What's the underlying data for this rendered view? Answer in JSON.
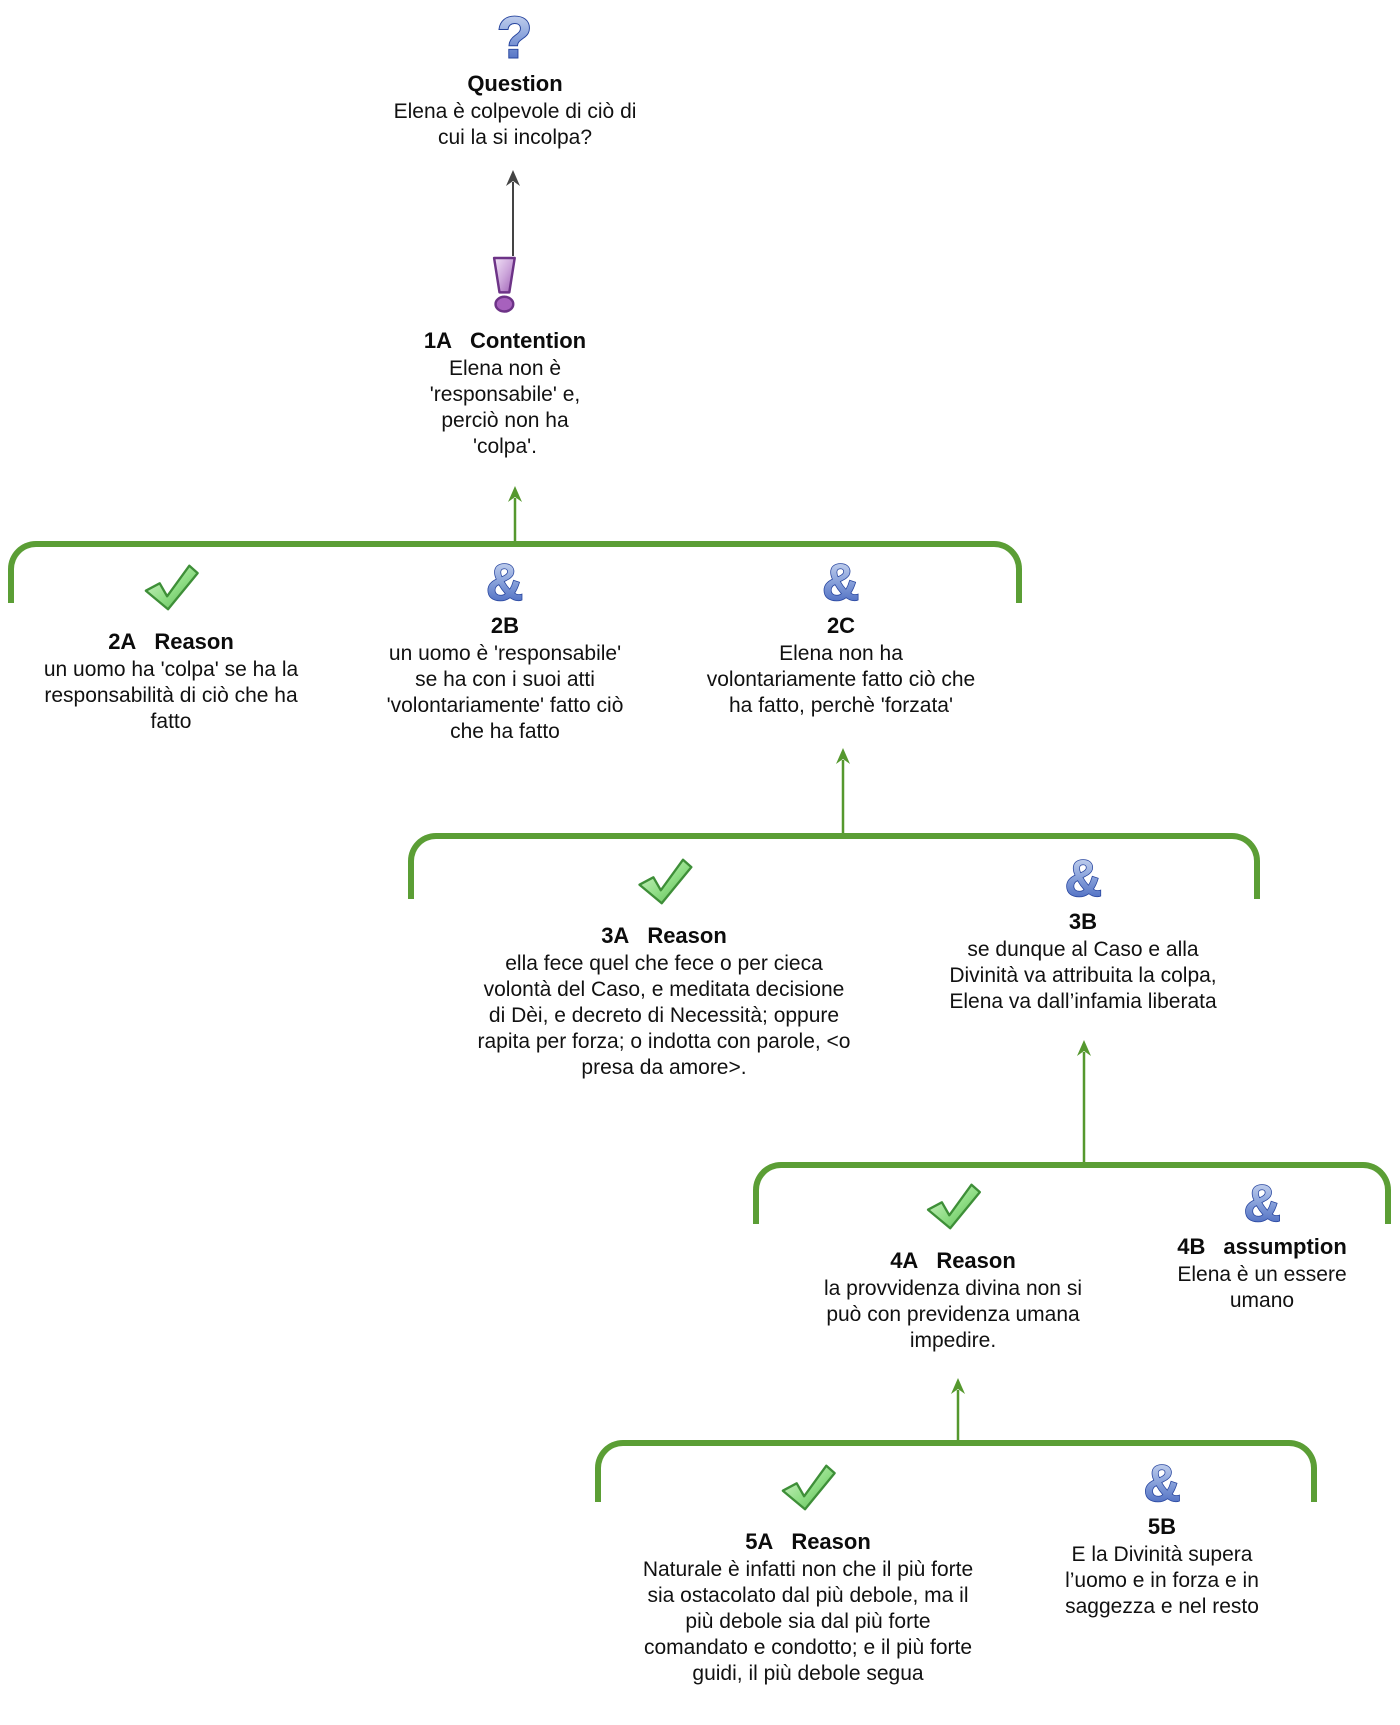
{
  "diagram_type": "argument-map",
  "palette": {
    "bracket_green": "#5b9e35",
    "arrow_green": "#55982e",
    "arrow_dark": "#444444",
    "check_icon_green": "#54b44c",
    "amp_icon_blue": "#3a5cba",
    "question_icon_blue": "#3a5cba",
    "contention_icon_purple": "#9c5cb3",
    "text_color": "#111111"
  },
  "icons": {
    "question": "question-mark-icon",
    "contention": "exclamation-icon",
    "reason": "check-icon",
    "conjunct": "ampersand-icon"
  },
  "nodes": {
    "question": {
      "id": "",
      "label": "Question",
      "text": "Elena è colpevole di ciò di\ncui la si incolpa?"
    },
    "contention_1a": {
      "id": "1A",
      "label": "Contention",
      "text": "Elena non è\n'responsabile' e,\nperciò non ha\n'colpa'."
    },
    "reason_2a": {
      "id": "2A",
      "label": "Reason",
      "text": "un uomo ha 'colpa' se ha la\nresponsabilità di ciò che ha\nfatto"
    },
    "premise_2b": {
      "id": "2B",
      "label": "",
      "text": "un uomo è 'responsabile'\nse ha con i suoi atti\n'volontariamente' fatto ciò\nche ha fatto"
    },
    "premise_2c": {
      "id": "2C",
      "label": "",
      "text": "Elena non ha\nvolontariamente fatto ciò che\nha fatto, perchè 'forzata'"
    },
    "reason_3a": {
      "id": "3A",
      "label": "Reason",
      "text": "ella fece quel che fece o per cieca\nvolontà del Caso, e meditata decisione\ndi Dèi, e decreto di Necessità; oppure\nrapita per forza; o indotta con parole, <o\npresa da amore>."
    },
    "premise_3b": {
      "id": "3B",
      "label": "",
      "text": "se dunque al Caso e alla\nDivinità va attribuita la colpa,\nElena va dall’infamia liberata"
    },
    "reason_4a": {
      "id": "4A",
      "label": "Reason",
      "text": "la provvidenza divina non si\npuò con previdenza umana\nimpedire."
    },
    "premise_4b": {
      "id": "4B",
      "label": "assumption",
      "text": "Elena è un essere\numano"
    },
    "reason_5a": {
      "id": "5A",
      "label": "Reason",
      "text": "Naturale è infatti non che il più forte\nsia ostacolato dal più debole, ma il\npiù debole sia dal più forte\ncomandato e condotto; e il più forte\nguidi, il più debole segua"
    },
    "premise_5b": {
      "id": "5B",
      "label": "",
      "text": "E la Divinità supera\nl’uomo e in forza e in\nsaggezza e nel resto"
    }
  },
  "connections": [
    {
      "from": "1A",
      "to": "Question"
    },
    {
      "group": [
        "2A",
        "2B",
        "2C"
      ],
      "supports": "1A"
    },
    {
      "group": [
        "3A",
        "3B"
      ],
      "supports": "2C"
    },
    {
      "group": [
        "4A",
        "4B"
      ],
      "supports": "3B"
    },
    {
      "group": [
        "5A",
        "5B"
      ],
      "supports": "4A"
    }
  ]
}
